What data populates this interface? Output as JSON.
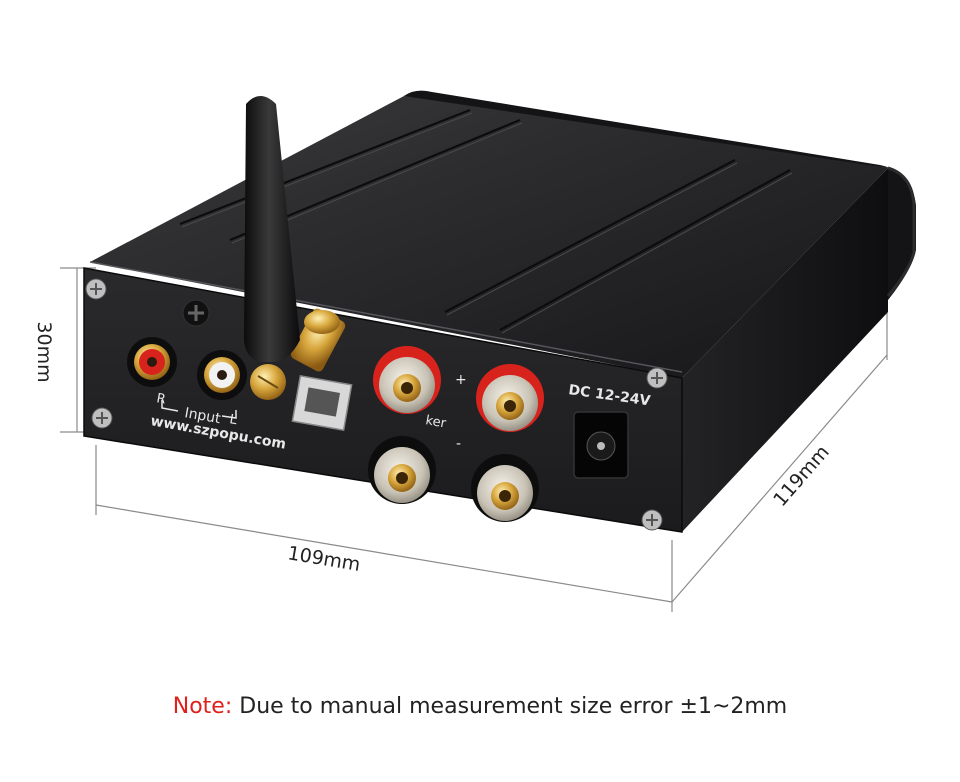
{
  "dimensions": {
    "height": "30mm",
    "width": "109mm",
    "depth": "119mm"
  },
  "panel": {
    "input_label": "Input",
    "r_label": "R",
    "l_label": "L",
    "website": "www.szpopu.com",
    "speaker_label": "ker",
    "plus_label": "+",
    "minus_label": "-",
    "power_label": "DC 12-24V"
  },
  "note": {
    "label": "Note:",
    "text": "Due to manual measurement size error ±1~2mm"
  },
  "colors": {
    "note_label": "#e0201b",
    "housing": "#1c1c1e",
    "rca_red": "#d8231d",
    "gold": "#d2a23a"
  }
}
